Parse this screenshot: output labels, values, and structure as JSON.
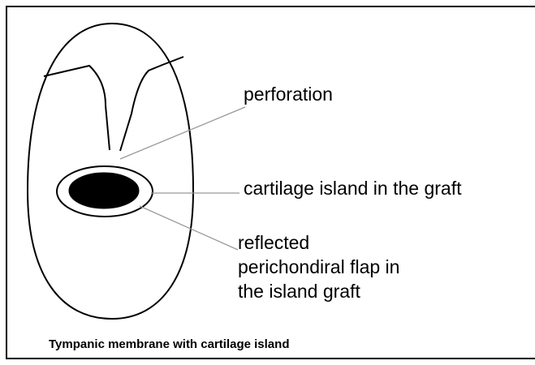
{
  "diagram": {
    "labels": {
      "perforation": "perforation",
      "cartilage_island": "cartilage island in the graft",
      "reflected_flap": [
        "reflected",
        "perichondiral flap in",
        "the island graft"
      ]
    },
    "caption": "Tympanic membrane with cartilage island",
    "colors": {
      "stroke": "#000000",
      "fill_island": "#000000",
      "background": "#ffffff"
    }
  }
}
